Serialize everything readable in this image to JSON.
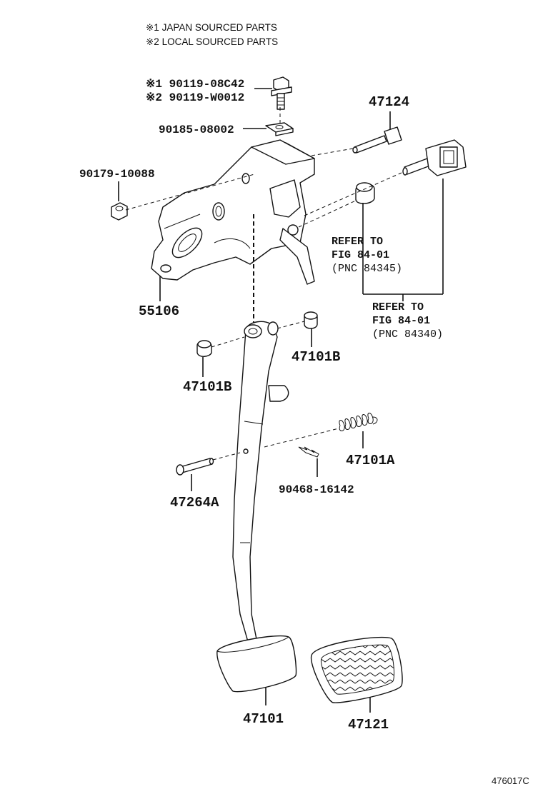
{
  "notes": {
    "japan": "※1 JAPAN SOURCED PARTS",
    "local": "※2 LOCAL SOURCED PARTS"
  },
  "parts": {
    "bolt_japan": "※1 90119-08C42",
    "bolt_local": "※2 90119-W0012",
    "nut_clip": "90185-08002",
    "nut": "90179-10088",
    "bracket": "55106",
    "pin_47124": "47124",
    "bushing_left": "47101B",
    "bushing_right": "47101B",
    "spring": "47101A",
    "clip": "90468-16142",
    "pin": "47264A",
    "pedal": "47101",
    "pad": "47121"
  },
  "refs": {
    "ref1_line1": "REFER TO",
    "ref1_line2": "FIG 84-01",
    "ref1_line3": "(PNC 84345)",
    "ref2_line1": "REFER TO",
    "ref2_line2": "FIG 84-01",
    "ref2_line3": "(PNC 84340)"
  },
  "figure_code": "476017C"
}
